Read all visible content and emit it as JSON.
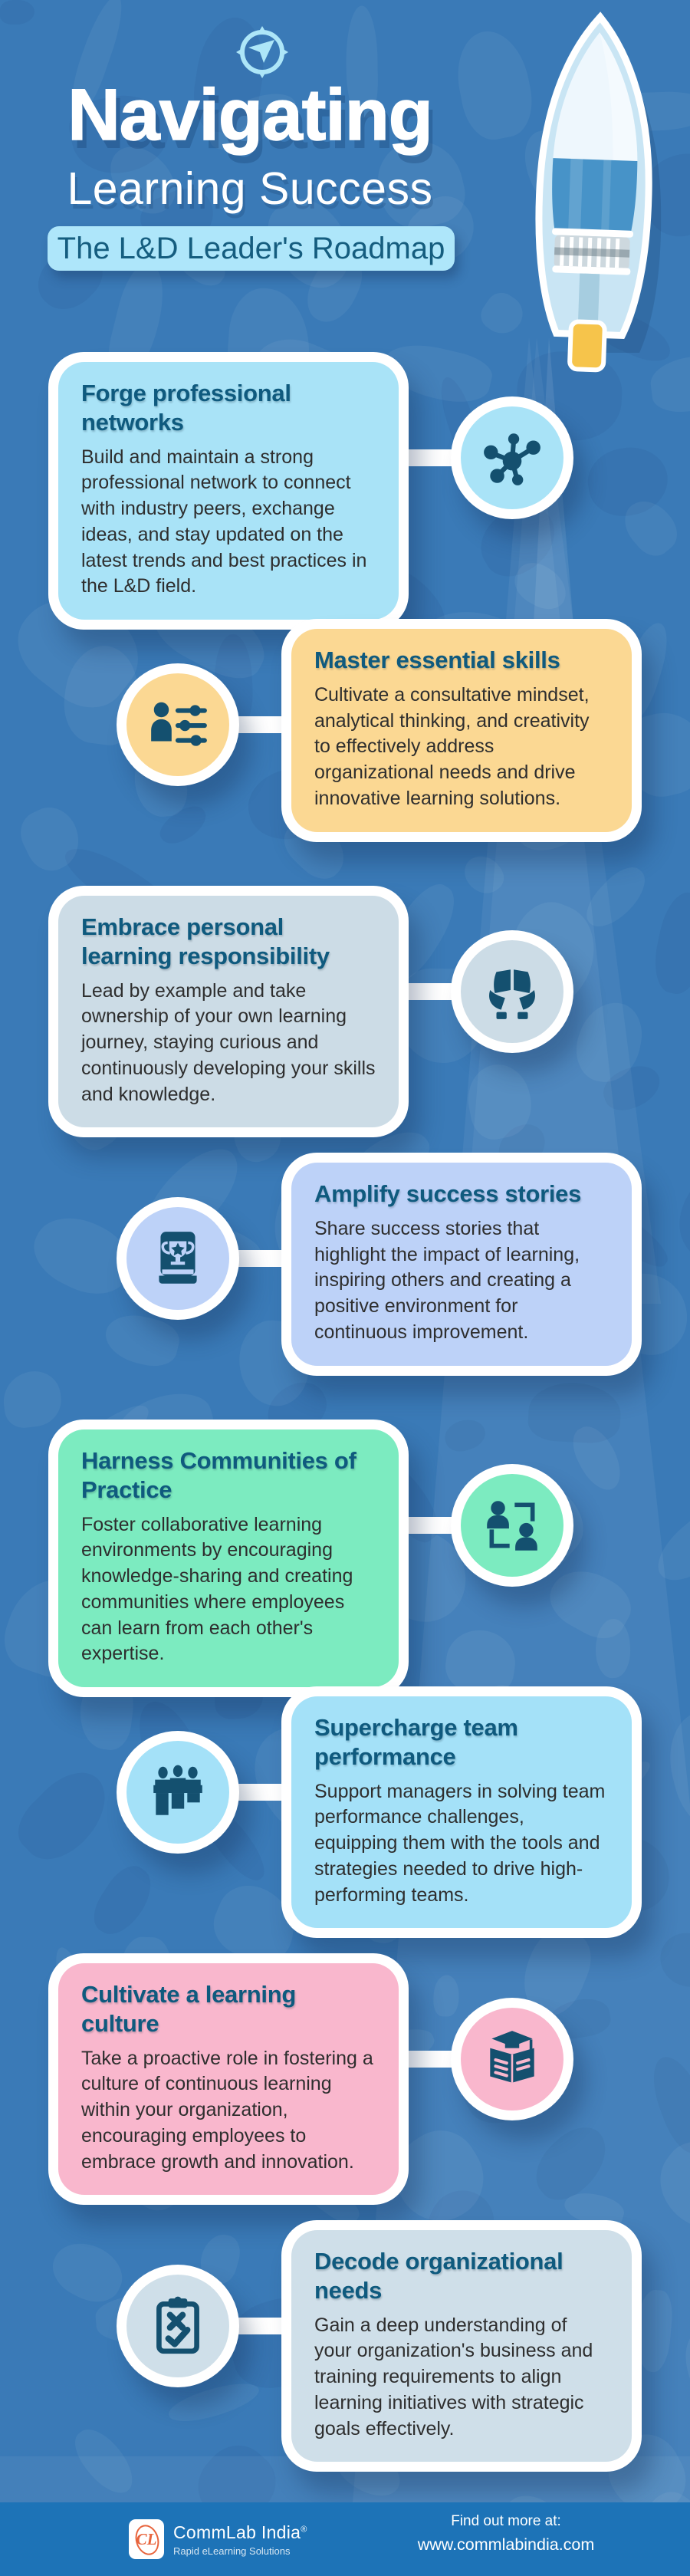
{
  "header": {
    "title": "Navigating",
    "subtitle": "Learning Success",
    "badge": "The L&D Leader's Roadmap"
  },
  "items": [
    {
      "side": "left",
      "color": "#a9e3f7",
      "icon": "network-icon",
      "title": "Forge professional networks",
      "body": "Build and maintain a strong professional network to connect with industry peers, exchange ideas, and stay updated on the latest trends and best practices in the L&D field."
    },
    {
      "side": "right",
      "color": "#fbd893",
      "icon": "person-sliders-icon",
      "title": "Master essential skills",
      "body": "Cultivate a consultative mindset, analytical thinking, and creativity to effectively address organizational needs and drive innovative learning solutions."
    },
    {
      "side": "left",
      "color": "#ccdce6",
      "icon": "hands-book-icon",
      "title": "Embrace personal learning responsibility",
      "body": "Lead by example and take ownership of your own learning journey, staying curious and continuously developing your skills and knowledge."
    },
    {
      "side": "right",
      "color": "#bdd2f8",
      "icon": "trophy-book-icon",
      "title": "Amplify success stories",
      "body": "Share success stories that highlight the impact of learning, inspiring others and creating a positive environment for continuous improvement."
    },
    {
      "side": "left",
      "color": "#7cebc0",
      "icon": "people-exchange-icon",
      "title": "Harness Communities of Practice",
      "body": "Foster collaborative learning environments by encouraging knowledge-sharing and creating communities where employees can learn from each other's expertise."
    },
    {
      "side": "right",
      "color": "#a4e1f8",
      "icon": "team-icon",
      "title": "Supercharge team performance",
      "body": "Support managers in solving team performance challenges, equipping them with the tools and strategies needed to drive high-performing teams."
    },
    {
      "side": "left",
      "color": "#f9b7cd",
      "icon": "graduation-book-icon",
      "title": "Cultivate a learning culture",
      "body": "Take a proactive role in fostering a culture of continuous learning within your organization, encouraging employees to embrace growth and innovation."
    },
    {
      "side": "right",
      "color": "#cfdfe9",
      "icon": "clipboard-check-icon",
      "title": "Decode organizational needs",
      "body": "Gain a deep understanding of your organization's business and training requirements to align learning initiatives with strategic goals effectively."
    }
  ],
  "footer": {
    "logo_monogram": "CL",
    "logo_name": "CommLab India",
    "logo_reg": "®",
    "logo_tagline": "Rapid eLearning Solutions",
    "cta_line1": "Find out more at:",
    "cta_line2": "www.commlabindia.com"
  },
  "colors": {
    "background": "#3a7ab7",
    "footer_band": "#1d73b7",
    "heading": "#0f5a7e",
    "body_text": "#2e2e2e",
    "icon": "#14506f",
    "badge_bg": "#aee6fa",
    "badge_text": "#155d7f",
    "title_text": "#ffffff",
    "logo_orange": "#e8643c",
    "boat_yellow": "#f6c44b",
    "card_border": "#ffffff"
  }
}
